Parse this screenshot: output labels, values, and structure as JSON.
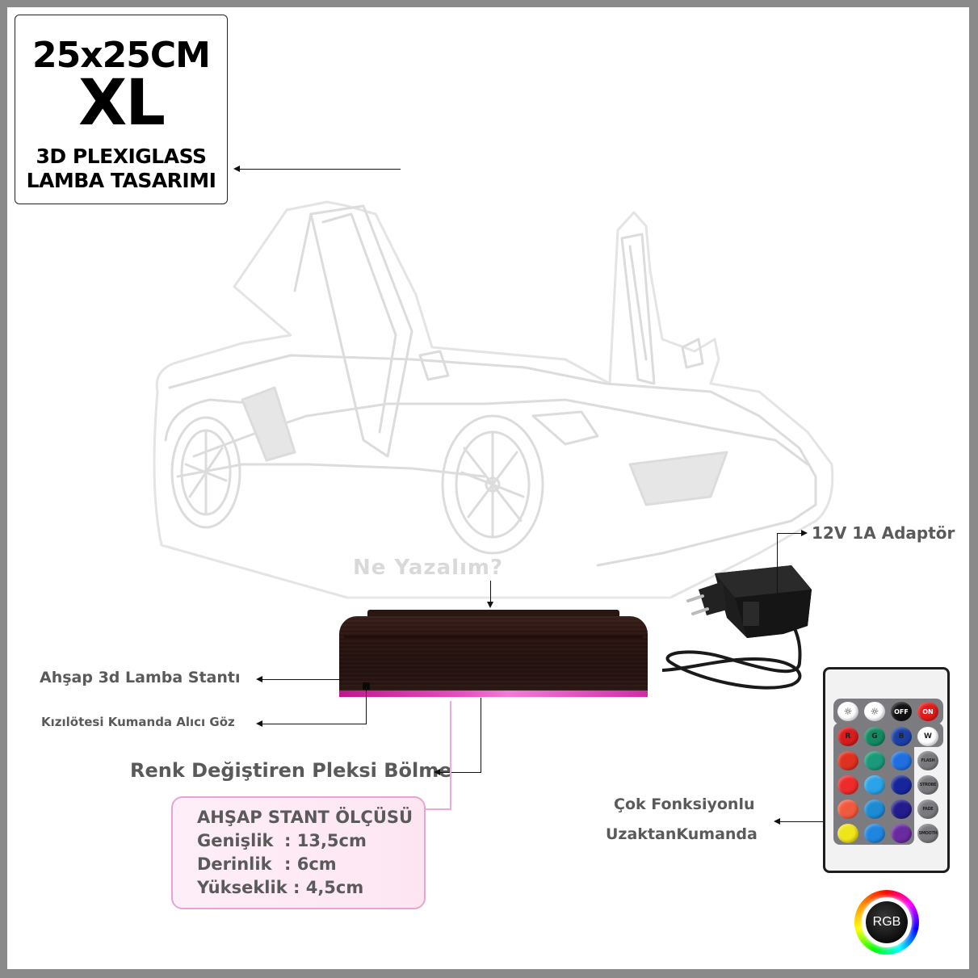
{
  "title_box": {
    "size": "25x25CM",
    "tier": "XL",
    "subtitle_line1": "3D PLEXIGLASS",
    "subtitle_line2": "LAMBA TASARIMI"
  },
  "lamp": {
    "plexiglass_text": "Ne Yazalım?",
    "design": "sports-car-line-art"
  },
  "labels": {
    "adapter": "12V 1A Adaptör",
    "wooden_stand": "Ahşap 3d Lamba Stantı",
    "ir_receiver": "Kızılötesi Kumanda Alıcı Göz",
    "color_panel": "Renk Değiştiren Pleksi Bölme",
    "remote_line1": "Çok Fonksiyonlu",
    "remote_line2": "UzaktanKumanda"
  },
  "stand_dimensions": {
    "heading": "AHŞAP STANT ÖLÇÜSÜ",
    "rows": [
      {
        "label": "Genişlik",
        "sep": ":",
        "value": "13,5cm"
      },
      {
        "label": "Derinlik",
        "sep": ":",
        "value": "6cm"
      },
      {
        "label": "Yükseklik",
        "sep": ":",
        "value": "4,5cm"
      }
    ]
  },
  "remote": {
    "top_row": [
      {
        "label": "",
        "icon": "brightness-up-icon",
        "color": "#ffffff"
      },
      {
        "label": "",
        "icon": "brightness-down-icon",
        "color": "#ffffff"
      },
      {
        "label": "OFF",
        "color": "#111111"
      },
      {
        "label": "ON",
        "color": "#e21a1a"
      }
    ],
    "grid": [
      [
        {
          "label": "R",
          "color": "#d61c1c"
        },
        {
          "label": "G",
          "color": "#138a62"
        },
        {
          "label": "B",
          "color": "#1c3fa3"
        },
        {
          "label": "W",
          "color": "#ffffff"
        }
      ],
      [
        {
          "label": "",
          "color": "#e0301f"
        },
        {
          "label": "",
          "color": "#1a9a7a"
        },
        {
          "label": "",
          "color": "#1f6fe0"
        },
        {
          "label": "FLASH",
          "color": "#7a7a7e"
        }
      ],
      [
        {
          "label": "",
          "color": "#ee2a2a"
        },
        {
          "label": "",
          "color": "#2aa3e8"
        },
        {
          "label": "",
          "color": "#16269a"
        },
        {
          "label": "STROBE",
          "color": "#7a7a7e"
        }
      ],
      [
        {
          "label": "",
          "color": "#f25a3e"
        },
        {
          "label": "",
          "color": "#1d8ad4"
        },
        {
          "label": "",
          "color": "#241c8c"
        },
        {
          "label": "FADE",
          "color": "#7a7a7e"
        }
      ],
      [
        {
          "label": "",
          "color": "#f0e41a"
        },
        {
          "label": "",
          "color": "#1f86e0"
        },
        {
          "label": "",
          "color": "#6a2aa0"
        },
        {
          "label": "SMOOTH",
          "color": "#7a7a7e"
        }
      ]
    ]
  },
  "badge": {
    "text": "RGB"
  },
  "colors": {
    "frame": "#8a8a8a",
    "label_text": "#5a5a5a",
    "led_pink": "#e84fc0",
    "wood": "#2a1410",
    "info_border": "#e9a5cf"
  }
}
